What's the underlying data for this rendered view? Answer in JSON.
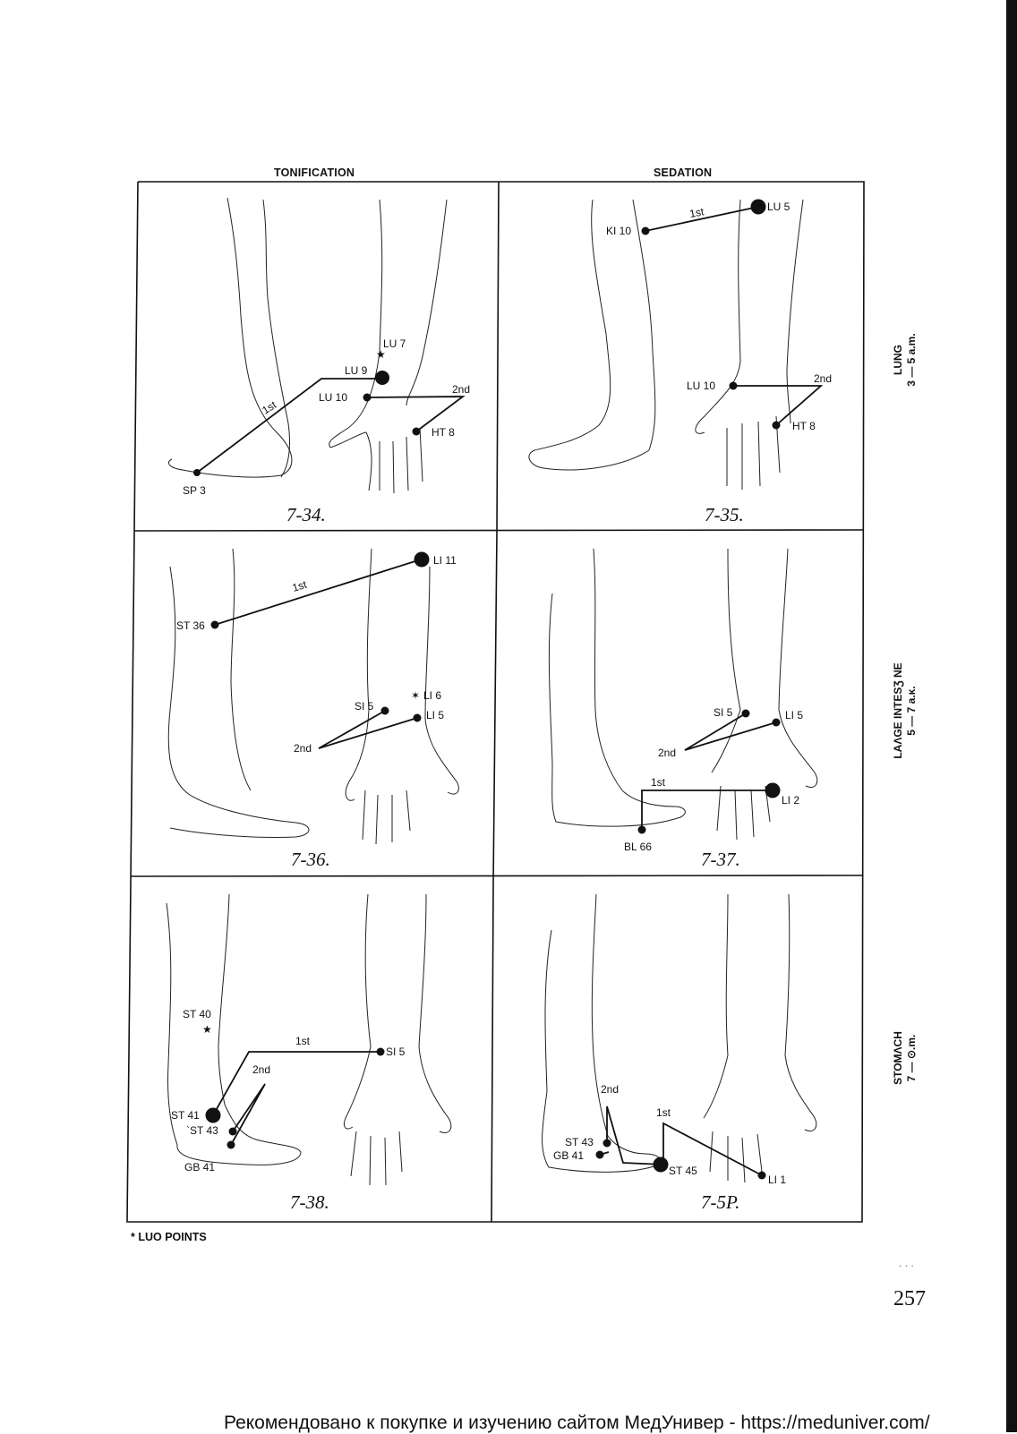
{
  "header": {
    "left": "TONIFICATION",
    "right": "SEDATION"
  },
  "side_labels": [
    {
      "line1": "LUNG",
      "line2": "3 — 5 a.m."
    },
    {
      "line1": "LAɅGE INTESƷ NE",
      "line2": "5 — 7 a.κ."
    },
    {
      "line1": "STOMΛCH",
      "line2": "7 — ⊙.m."
    }
  ],
  "panels": [
    {
      "caption": "7-34.",
      "labels": [
        "LU 7",
        "LU 9",
        "LU 10",
        "2nd",
        "1st",
        "HT 8",
        "SP 3"
      ]
    },
    {
      "caption": "7-35.",
      "labels": [
        "1st",
        "LU 5",
        "KI 10",
        "LU 10",
        "2nd",
        "HT 8"
      ]
    },
    {
      "caption": "7-36.",
      "labels": [
        "LI 11",
        "1st",
        "ST 36",
        "LI 6",
        "SI 5",
        "LI 5",
        "2nd"
      ]
    },
    {
      "caption": "7-37.",
      "labels": [
        "SI 5",
        "LI 5",
        "2nd",
        "1st",
        "LI 2",
        "BL 66"
      ]
    },
    {
      "caption": "7-38.",
      "labels": [
        "ST 40",
        "1st",
        "SI 5",
        "2nd",
        "ST 41",
        "`ST 43",
        "GB 41"
      ]
    },
    {
      "caption": "7-5P.",
      "labels": [
        "2nd",
        "1st",
        "ST 43",
        "GB 41",
        "ST 45",
        "LI 1"
      ]
    }
  ],
  "footnote": "*   LUO POINTS",
  "page_number": "257",
  "page_dots": ". . .",
  "footer": "Рекомендовано к покупке и изучению сайтом МедУнивер - https://meduniver.com/"
}
